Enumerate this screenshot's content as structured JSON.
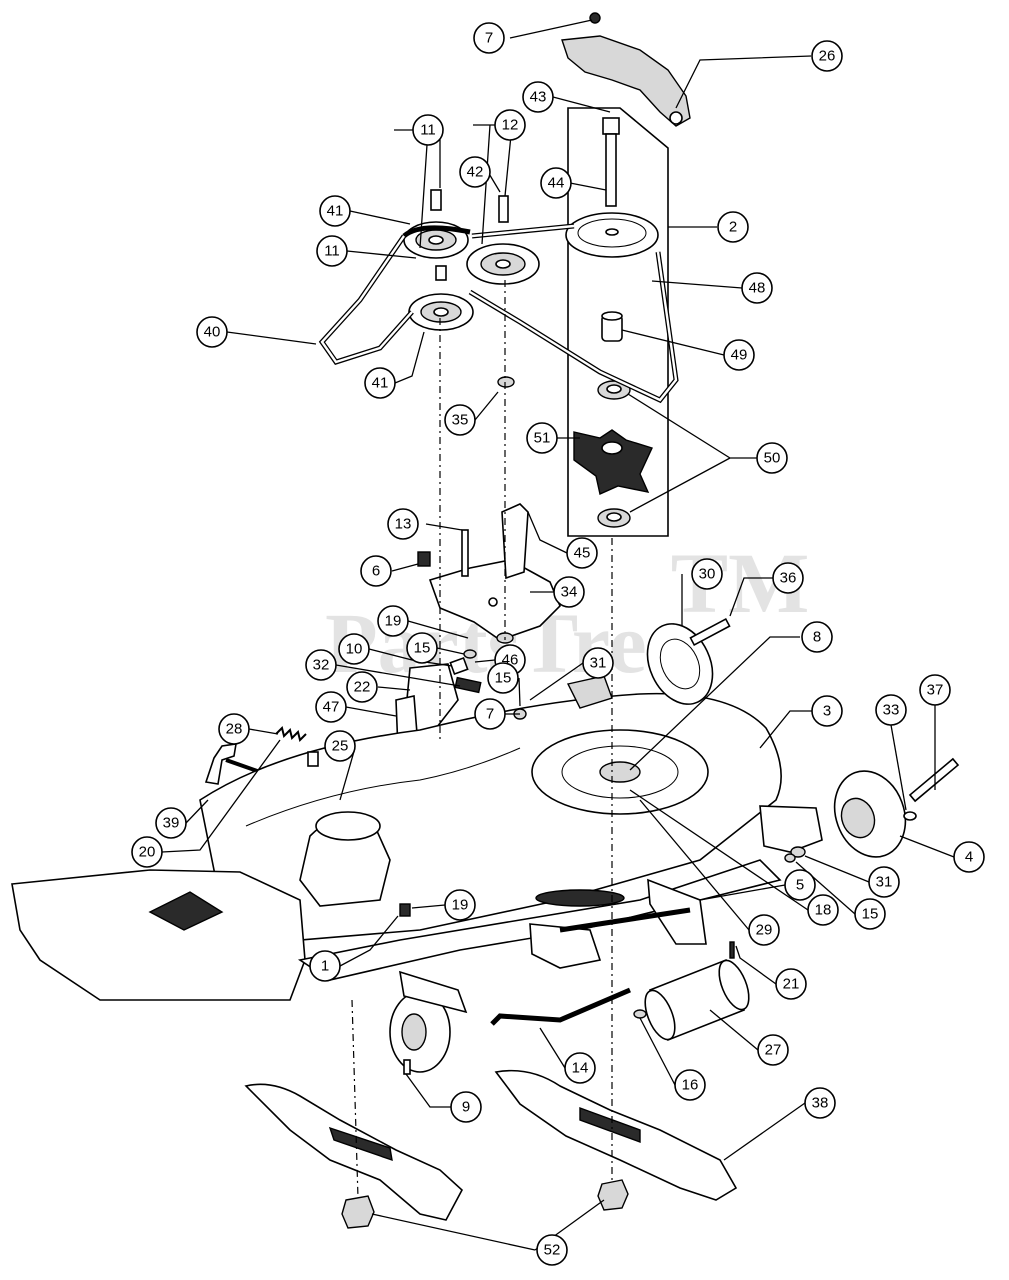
{
  "watermark": {
    "text": "PartsTree",
    "trademark": "TM"
  },
  "callouts": [
    {
      "label": "7"
    },
    {
      "label": "26"
    },
    {
      "label": "43"
    },
    {
      "label": "11"
    },
    {
      "label": "12"
    },
    {
      "label": "42"
    },
    {
      "label": "44"
    },
    {
      "label": "41"
    },
    {
      "label": "2"
    },
    {
      "label": "11"
    },
    {
      "label": "48"
    },
    {
      "label": "40"
    },
    {
      "label": "49"
    },
    {
      "label": "41"
    },
    {
      "label": "35"
    },
    {
      "label": "50"
    },
    {
      "label": "51"
    },
    {
      "label": "13"
    },
    {
      "label": "45"
    },
    {
      "label": "6"
    },
    {
      "label": "30"
    },
    {
      "label": "36"
    },
    {
      "label": "34"
    },
    {
      "label": "19"
    },
    {
      "label": "15"
    },
    {
      "label": "8"
    },
    {
      "label": "10"
    },
    {
      "label": "46"
    },
    {
      "label": "32"
    },
    {
      "label": "31"
    },
    {
      "label": "15"
    },
    {
      "label": "22"
    },
    {
      "label": "37"
    },
    {
      "label": "47"
    },
    {
      "label": "7"
    },
    {
      "label": "3"
    },
    {
      "label": "33"
    },
    {
      "label": "28"
    },
    {
      "label": "25"
    },
    {
      "label": "39"
    },
    {
      "label": "4"
    },
    {
      "label": "20"
    },
    {
      "label": "31"
    },
    {
      "label": "5"
    },
    {
      "label": "15"
    },
    {
      "label": "19"
    },
    {
      "label": "18"
    },
    {
      "label": "29"
    },
    {
      "label": "1"
    },
    {
      "label": "21"
    },
    {
      "label": "27"
    },
    {
      "label": "14"
    },
    {
      "label": "16"
    },
    {
      "label": "9"
    },
    {
      "label": "38"
    },
    {
      "label": "52"
    }
  ]
}
